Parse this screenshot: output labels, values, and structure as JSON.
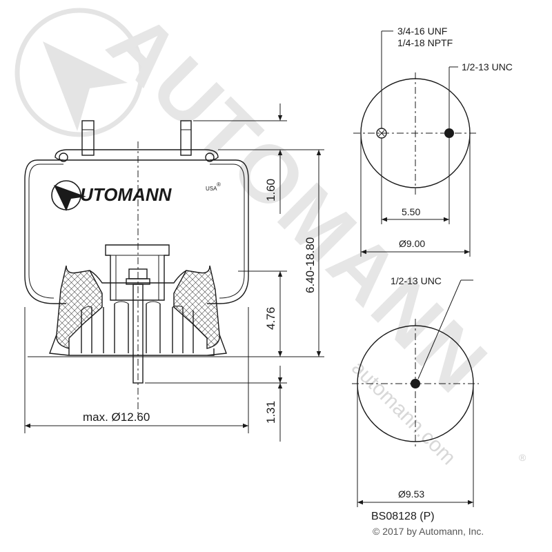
{
  "watermark": {
    "diagonal_text": "AUTOMANN",
    "url_text": "automann.com",
    "reg_mark": "®"
  },
  "logo": {
    "text": "UTOMANN",
    "initial": "A",
    "suffix": "USA",
    "reg_mark": "®"
  },
  "side_view": {
    "dim_top_height": "1.60",
    "dim_overall_height": "6.40-18.80",
    "dim_piston_height": "4.76",
    "dim_stud_length": "1.31",
    "dim_max_diameter": "max. Ø12.60"
  },
  "top_plate_view": {
    "thread_label_line1": "3/4-16 UNF",
    "thread_label_line2": "1/4-18 NPTF",
    "blind_nut_label": "1/2-13 UNC",
    "dim_bolt_spacing": "5.50",
    "dim_plate_diameter": "Ø9.00"
  },
  "bottom_view": {
    "bolt_label": "1/2-13 UNC",
    "dim_piston_diameter": "Ø9.53"
  },
  "part_number": "BS08128 (P)",
  "copyright": "© 2017 by Automann, Inc.",
  "colors": {
    "line": "#1a1a1a",
    "watermark": "#e4e4e4",
    "background": "#ffffff"
  }
}
